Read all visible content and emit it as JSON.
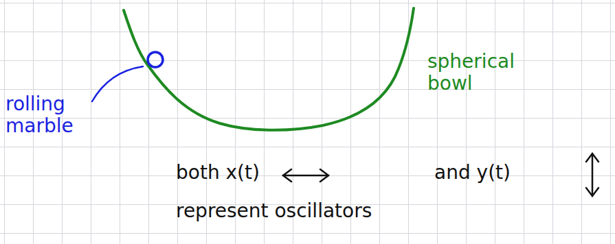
{
  "diagram": {
    "labels": [
      "rolling marble",
      "spherical bowl",
      "both x(t)",
      "and y(t)",
      "represent oscillators"
    ]
  }
}
